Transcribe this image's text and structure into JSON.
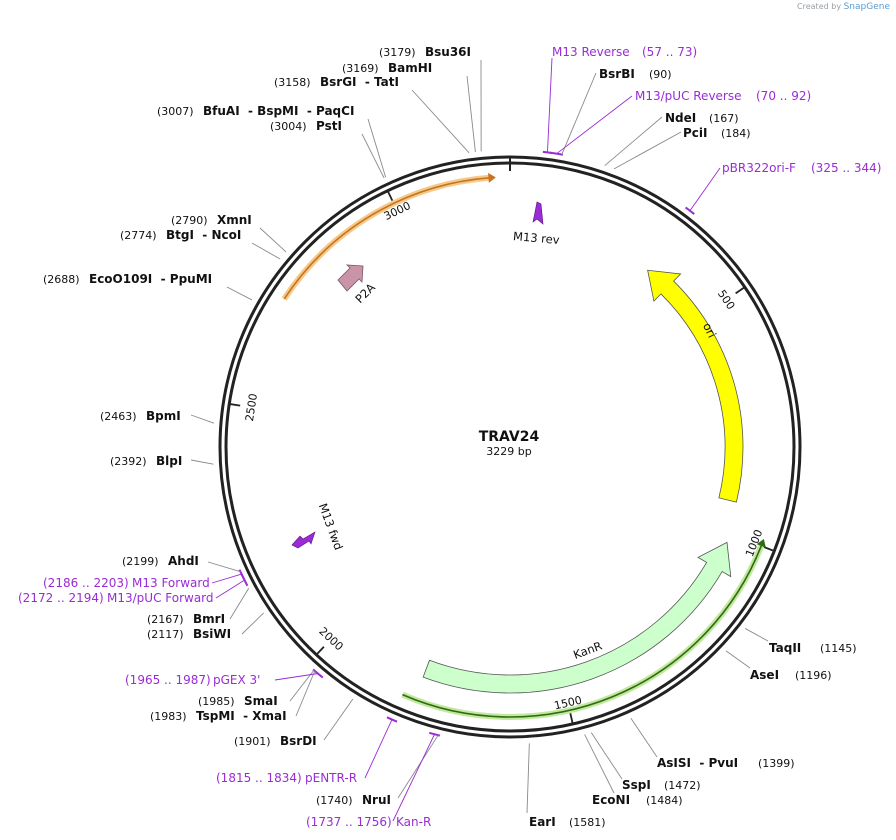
{
  "watermark": {
    "created_by": "Created by",
    "brand": "SnapGene"
  },
  "plasmid": {
    "name": "TRAV24",
    "size_label": "3229 bp",
    "length": 3229
  },
  "ticks": [
    {
      "bp": 500,
      "label": "500"
    },
    {
      "bp": 1000,
      "label": "1000"
    },
    {
      "bp": 1500,
      "label": "1500"
    },
    {
      "bp": 2000,
      "label": "2000"
    },
    {
      "bp": 2500,
      "label": "2500"
    },
    {
      "bp": 3000,
      "label": "3000"
    }
  ],
  "enzymes": [
    {
      "id": "bsu36i",
      "name": "Bsu36I",
      "pos_label": "(3179)",
      "bp": 3179
    },
    {
      "id": "bamhi",
      "name": "BamHI",
      "pos_label": "(3169)",
      "bp": 3169
    },
    {
      "id": "bsrgi-tati",
      "name": "BsrGI  - TatI",
      "pos_label": "(3158)",
      "bp": 3158
    },
    {
      "id": "bfuai-bspmi-paqci",
      "name": "BfuAI  - BspMI  - PaqCI",
      "pos_label": "(3007)",
      "bp": 3007
    },
    {
      "id": "psti",
      "name": "PstI",
      "pos_label": "(3004)",
      "bp": 3004
    },
    {
      "id": "xmni",
      "name": "XmnI",
      "pos_label": "(2790)",
      "bp": 2790
    },
    {
      "id": "btgi-ncoi",
      "name": "BtgI  - NcoI",
      "pos_label": "(2774)",
      "bp": 2774
    },
    {
      "id": "ecoo109i-ppumi",
      "name": "EcoO109I  - PpuMI",
      "pos_label": "(2688)",
      "bp": 2688
    },
    {
      "id": "bpmi",
      "name": "BpmI",
      "pos_label": "(2463)",
      "bp": 2463
    },
    {
      "id": "blpi",
      "name": "BlpI",
      "pos_label": "(2392)",
      "bp": 2392
    },
    {
      "id": "ahdi",
      "name": "AhdI",
      "pos_label": "(2199)",
      "bp": 2199
    },
    {
      "id": "bmri",
      "name": "BmrI",
      "pos_label": "(2167)",
      "bp": 2167
    },
    {
      "id": "bsiwi",
      "name": "BsiWI",
      "pos_label": "(2117)",
      "bp": 2117
    },
    {
      "id": "smai",
      "name": "SmaI",
      "pos_label": "(1985)",
      "bp": 1985
    },
    {
      "id": "tspmi-xmai",
      "name": "TspMI  - XmaI",
      "pos_label": "(1983)",
      "bp": 1983
    },
    {
      "id": "bsrdi",
      "name": "BsrDI",
      "pos_label": "(1901)",
      "bp": 1901
    },
    {
      "id": "nrui",
      "name": "NruI",
      "pos_label": "(1740)",
      "bp": 1740
    },
    {
      "id": "eari",
      "name": "EarI",
      "pos_label": "(1581)",
      "bp": 1581
    },
    {
      "id": "sspi",
      "name": "SspI",
      "pos_label": "(1472)",
      "bp": 1472
    },
    {
      "id": "econi",
      "name": "EcoNI",
      "pos_label": "(1484)",
      "bp": 1484
    },
    {
      "id": "aslsi-pvui",
      "name": "AsISI  - PvuI",
      "pos_label": "(1399)",
      "bp": 1399
    },
    {
      "id": "asei",
      "name": "AseI",
      "pos_label": "(1196)",
      "bp": 1196
    },
    {
      "id": "taqii",
      "name": "TaqII",
      "pos_label": "(1145)",
      "bp": 1145
    },
    {
      "id": "bsrbi",
      "name": "BsrBI",
      "pos_label": "(90)",
      "bp": 90
    },
    {
      "id": "ndei",
      "name": "NdeI",
      "pos_label": "(167)",
      "bp": 167
    },
    {
      "id": "pcii",
      "name": "PciI",
      "pos_label": "(184)",
      "bp": 184
    }
  ],
  "primers": [
    {
      "id": "m13-reverse",
      "name": "M13 Reverse",
      "range_label": "(57 .. 73)",
      "start": 57,
      "end": 73
    },
    {
      "id": "m13-puc-reverse",
      "name": "M13/pUC Reverse",
      "range_label": "(70 .. 92)",
      "start": 70,
      "end": 92
    },
    {
      "id": "pbr322ori-f",
      "name": "pBR322ori-F",
      "range_label": "(325 .. 344)",
      "start": 325,
      "end": 344
    },
    {
      "id": "m13-forward",
      "name": "M13 Forward",
      "range_label": "(2186 .. 2203)",
      "start": 2186,
      "end": 2203
    },
    {
      "id": "m13-puc-forward",
      "name": "M13/pUC Forward",
      "range_label": "(2172 .. 2194)",
      "start": 2172,
      "end": 2194
    },
    {
      "id": "pgex-3",
      "name": "pGEX 3'",
      "range_label": "(1965 .. 1987)",
      "start": 1965,
      "end": 1987
    },
    {
      "id": "pentr-r",
      "name": "pENTR-R",
      "range_label": "(1815 .. 1834)",
      "start": 1815,
      "end": 1834
    },
    {
      "id": "kan-r",
      "name": "Kan-R",
      "range_label": "(1737 .. 1756)",
      "start": 1737,
      "end": 1756
    }
  ],
  "features": {
    "ori": {
      "label": "ori",
      "color": "#ffff00",
      "start": 340,
      "end": 930
    },
    "kanr": {
      "label": "KanR",
      "color": "#ccffcc",
      "start": 1020,
      "end": 1816
    },
    "p2a": {
      "label": "P2A",
      "color": "#c994a7"
    },
    "m13_rev": {
      "label": "M13 rev",
      "color": "#9a2bd6"
    },
    "m13_fwd": {
      "label": "M13 fwd",
      "color": "#9a2bd6"
    },
    "orange_orf": {
      "color": "#f5b55a",
      "start": 2720,
      "end": 3190
    },
    "green_orf": {
      "color": "#6ab04c",
      "start": 1000,
      "end": 1825
    }
  }
}
